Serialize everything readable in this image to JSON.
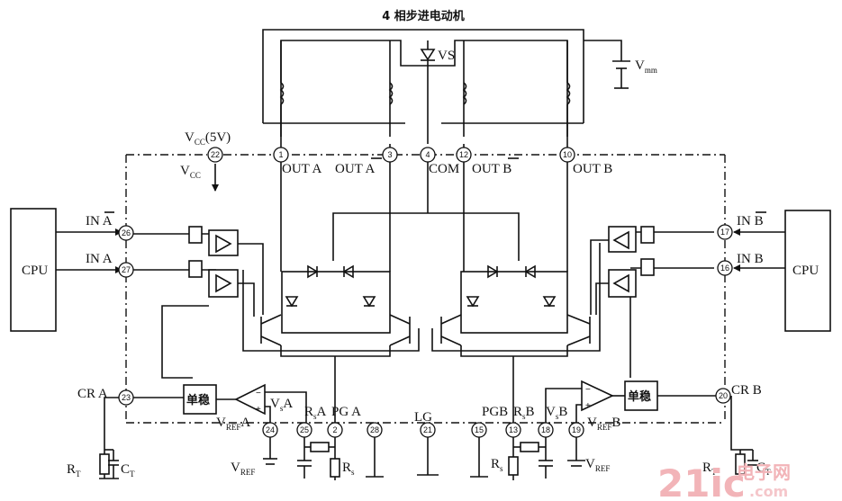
{
  "title": "4 相步进电动机",
  "labels": {
    "vs": "VS",
    "vmm": "V",
    "vmm_sub": "mm",
    "vcc_5v": "V",
    "vcc_5v_sub": "CC",
    "vcc_5v_suffix": "(5V)",
    "vcc_arrow": "V",
    "vcc_arrow_sub": "CC",
    "out_a": "OUT A",
    "out_a_bar": "OUT A",
    "com": "COM",
    "out_b_bar": "OUT B",
    "out_b": "OUT B",
    "in_a_bar": "IN A",
    "in_a": "IN A",
    "in_b_bar": "IN B",
    "in_b": "IN B",
    "cpu_left": "CPU",
    "cpu_right": "CPU",
    "cr_a": "CR A",
    "cr_b": "CR B",
    "monostable_left": "单稳",
    "monostable_right": "单稳",
    "vsa": "V",
    "vsa_sub": "s",
    "vsa_suffix": "A",
    "vsb": "V",
    "vsb_sub": "s",
    "vsb_suffix": "B",
    "rsa": "R",
    "rsa_sub": "s",
    "rsa_suffix": "A",
    "rsb": "R",
    "rsb_sub": "s",
    "rsb_suffix": "B",
    "pga": "PG A",
    "pgb": "PGB",
    "lg": "LG",
    "vref_a": "V",
    "vref_a_sub": "REF",
    "vref_a_suffix": "A",
    "vref_b": "V",
    "vref_b_sub": "REF",
    "vref_b_suffix": "B",
    "vref_bottom_left": "V",
    "vref_bottom_left_sub": "REF",
    "vref_bottom_right": "V",
    "vref_bottom_right_sub": "REF",
    "rs_left": "R",
    "rs_left_sub": "s",
    "rs_right": "R",
    "rs_right_sub": "s",
    "rt_left": "R",
    "rt_left_sub": "T",
    "ct_left": "C",
    "ct_left_sub": "T",
    "rt_right": "R",
    "rt_right_sub": "T",
    "ct_right": "C",
    "ct_right_sub": "T",
    "watermark_main": "21ic",
    "watermark_cn": "电子网",
    "watermark_url": ".com"
  },
  "pins": [
    "1",
    "3",
    "4",
    "12",
    "10",
    "22",
    "26",
    "27",
    "17",
    "16",
    "23",
    "24",
    "25",
    "2",
    "28",
    "21",
    "15",
    "13",
    "18",
    "19",
    "20"
  ]
}
